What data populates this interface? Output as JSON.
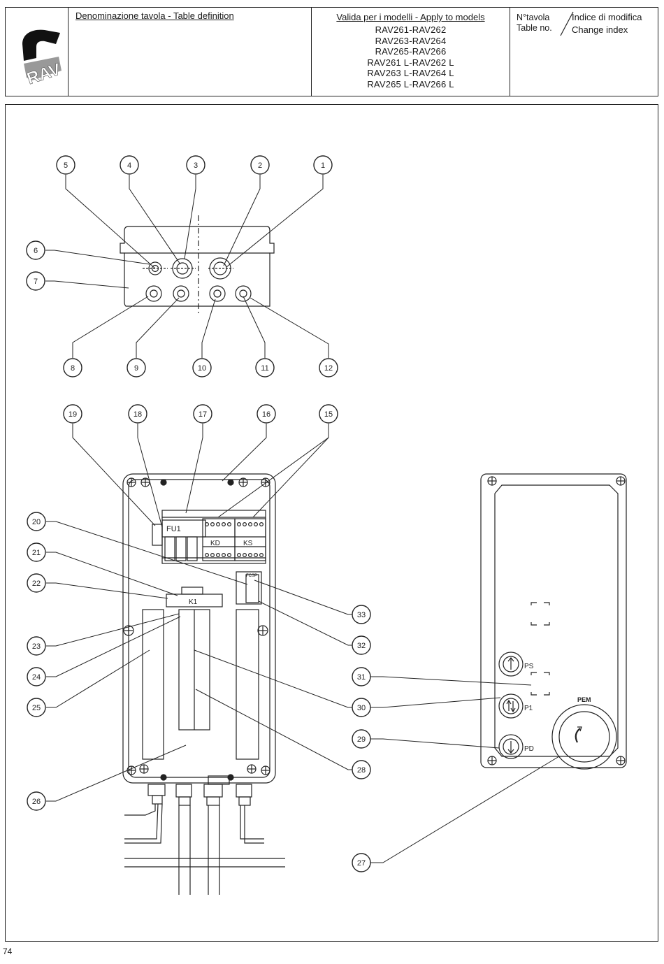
{
  "header": {
    "definition_label": "Denominazione tavola - Table definition",
    "models_label": "Valida per i modelli - Apply to models",
    "models": [
      "RAV261-RAV262",
      "RAV263-RAV264",
      "RAV265-RAV266",
      "RAV261 L-RAV262 L",
      "RAV263 L-RAV264 L",
      "RAV265 L-RAV266 L"
    ],
    "table_no_line1": "N°tavola",
    "table_no_line2": "Table no.",
    "change_index_line1": "Indice di modifica",
    "change_index_line2": "Change index"
  },
  "logo": {
    "text": "RAV",
    "icon": "rav-logo"
  },
  "diagram": {
    "callouts": [
      {
        "n": "1"
      },
      {
        "n": "2"
      },
      {
        "n": "3"
      },
      {
        "n": "4"
      },
      {
        "n": "5"
      },
      {
        "n": "6"
      },
      {
        "n": "7"
      },
      {
        "n": "8"
      },
      {
        "n": "9"
      },
      {
        "n": "10"
      },
      {
        "n": "11"
      },
      {
        "n": "12"
      },
      {
        "n": "15"
      },
      {
        "n": "16"
      },
      {
        "n": "17"
      },
      {
        "n": "18"
      },
      {
        "n": "19"
      },
      {
        "n": "20"
      },
      {
        "n": "21"
      },
      {
        "n": "22"
      },
      {
        "n": "23"
      },
      {
        "n": "24"
      },
      {
        "n": "25"
      },
      {
        "n": "26"
      },
      {
        "n": "27"
      },
      {
        "n": "28"
      },
      {
        "n": "29"
      },
      {
        "n": "30"
      },
      {
        "n": "31"
      },
      {
        "n": "32"
      },
      {
        "n": "33"
      }
    ],
    "component_labels": {
      "fuse": "FU1",
      "contactor_down": "KD",
      "contactor_up": "KS",
      "relay": "K1",
      "limit_switch": "FCSP",
      "button_up": "PS",
      "button_updown": "P1",
      "button_down": "PD",
      "emergency_stop": "PEM"
    }
  },
  "page_number": "74"
}
